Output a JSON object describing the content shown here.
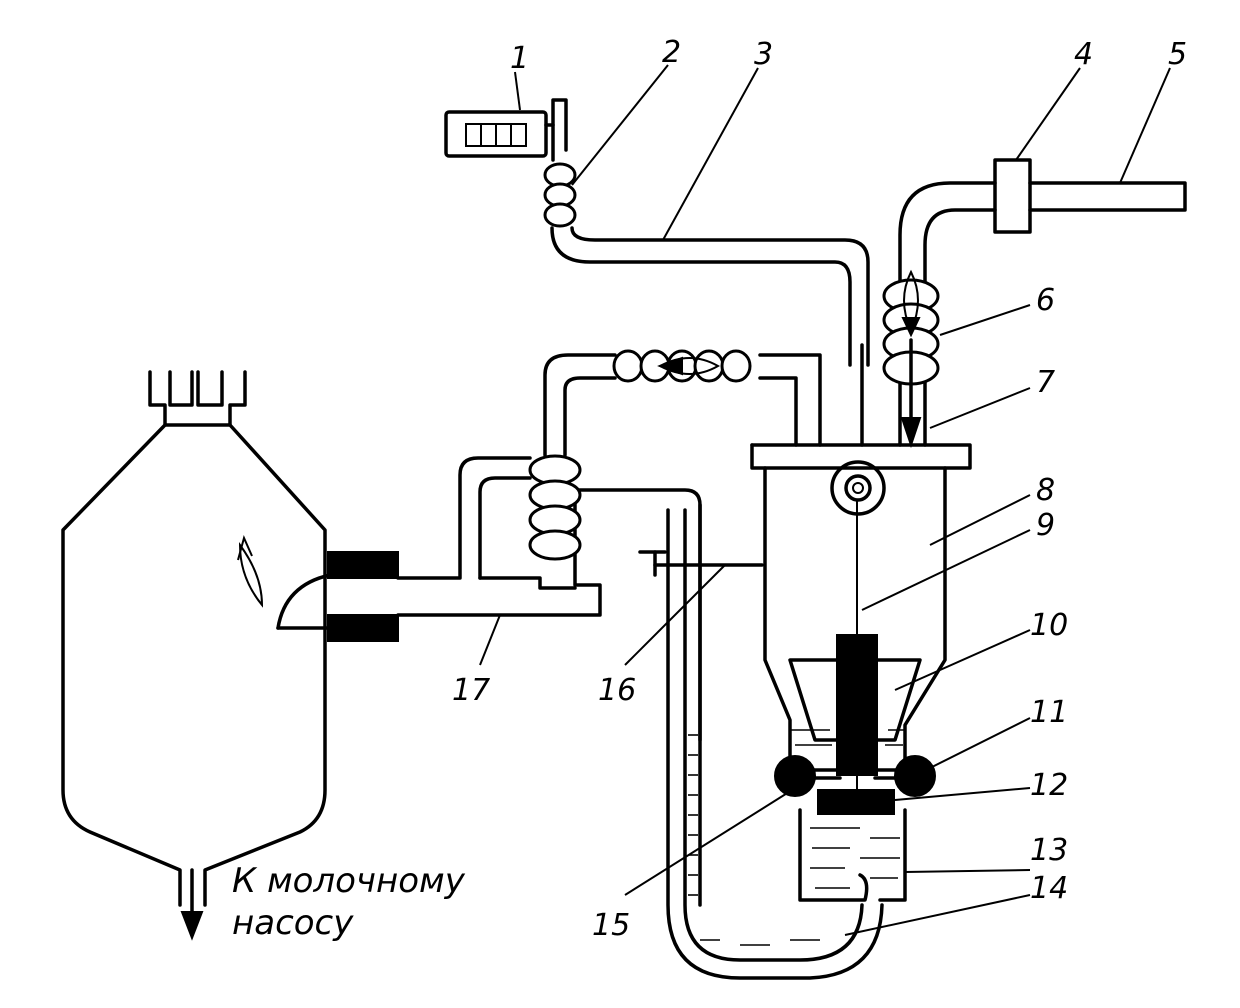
{
  "labels": {
    "l1": "1",
    "l2": "2",
    "l3": "3",
    "l4": "4",
    "l5": "5",
    "l6": "6",
    "l7": "7",
    "l8": "8",
    "l9": "9",
    "l10": "10",
    "l11": "11",
    "l12": "12",
    "l13": "13",
    "l14": "14",
    "l15": "15",
    "l16": "16",
    "l17": "17"
  },
  "caption": {
    "line1": "К молочному",
    "line2": "насосу"
  }
}
